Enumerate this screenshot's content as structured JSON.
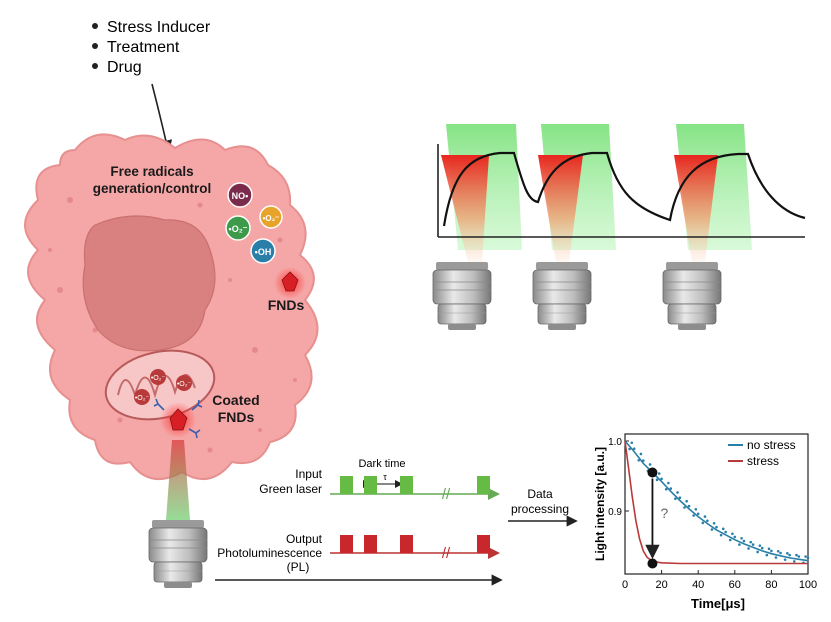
{
  "bullets": [
    "Stress Inducer",
    "Treatment",
    "Drug"
  ],
  "cell": {
    "radicals_label_line1": "Free radicals",
    "radicals_label_line2": "generation/control",
    "species": {
      "no": "NO•",
      "o2": "•O₂⁻",
      "o2b": "•O₂⁻",
      "oh": "•OH"
    },
    "fnds_label": "FNDs",
    "coated_line1": "Coated",
    "coated_line2": "FNDs",
    "mito_species": [
      "•O₂⁻",
      "•O₂⁻",
      "•O₂⁻"
    ]
  },
  "pulses": {
    "input_line1": "Input",
    "input_line2": "Green laser",
    "dark_time": "Dark time",
    "tau": "τ",
    "output_line1": "Output",
    "output_line2": "Photoluminescence",
    "output_line3": "(PL)",
    "break_mark": "//",
    "data_line1": "Data",
    "data_line2": "processing"
  },
  "colors": {
    "green": "#66bb44",
    "red": "#cc3333",
    "cell_fill": "#f6a7a7",
    "nucleus": "#d98080",
    "no_stress": "#2a7fa8",
    "stress": "#b83a3a"
  },
  "chart_data": {
    "type": "scatter",
    "xlabel": "Time[μs]",
    "ylabel": "Light intensity [a.u.]",
    "xlim": [
      0,
      100
    ],
    "ylim": [
      0.81,
      1.01
    ],
    "xticks": [
      0,
      20,
      40,
      60,
      80,
      100
    ],
    "yticks": [
      0.9,
      1.0
    ],
    "ytick_labels": [
      "0.9",
      "1.0"
    ],
    "annotation": "?",
    "legend_position": "top-right",
    "series": [
      {
        "name": "no stress",
        "color": "#2a7fa8",
        "x": [
          0,
          5,
          10,
          15,
          20,
          25,
          30,
          35,
          40,
          45,
          50,
          55,
          60,
          65,
          70,
          75,
          80,
          85,
          90,
          95,
          100
        ],
        "y": [
          1.0,
          0.985,
          0.968,
          0.955,
          0.942,
          0.928,
          0.915,
          0.903,
          0.892,
          0.882,
          0.873,
          0.866,
          0.859,
          0.853,
          0.848,
          0.843,
          0.839,
          0.836,
          0.833,
          0.831,
          0.829
        ]
      },
      {
        "name": "stress",
        "color": "#b83a3a",
        "x": [
          0,
          2,
          4,
          6,
          8,
          10,
          12,
          15,
          20,
          30,
          50,
          70,
          100
        ],
        "y": [
          1.0,
          0.96,
          0.92,
          0.885,
          0.86,
          0.843,
          0.834,
          0.828,
          0.826,
          0.825,
          0.825,
          0.825,
          0.825
        ]
      }
    ]
  }
}
